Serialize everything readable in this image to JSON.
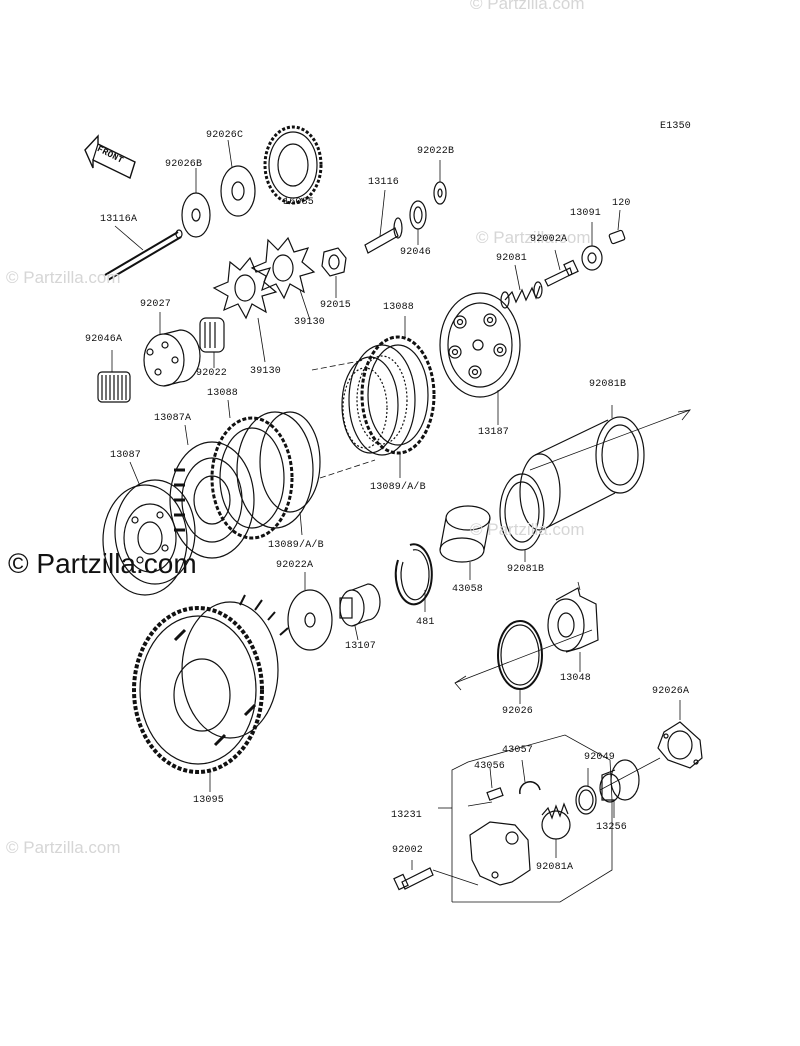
{
  "diagram_id": "E1350",
  "front_label": "FRONT",
  "watermark_text": "© Partzilla.com",
  "part_labels": [
    "92026C",
    "92026B",
    "16085",
    "13116A",
    "92022B",
    "13116",
    "92046",
    "13091",
    "120",
    "92002A",
    "92081",
    "92015",
    "92027",
    "39130",
    "39130",
    "13088",
    "92046A",
    "92022",
    "13187",
    "13088",
    "13087A",
    "92081B",
    "13087",
    "13089/A/B",
    "13089/A/B",
    "92022A",
    "43058",
    "92081B",
    "13107",
    "481",
    "13048",
    "92026",
    "92026A",
    "43057",
    "43056",
    "92049",
    "13231",
    "13256",
    "13095",
    "92002",
    "92081A"
  ],
  "colors": {
    "line": "#111111",
    "watermark": "#d6d6d6"
  }
}
